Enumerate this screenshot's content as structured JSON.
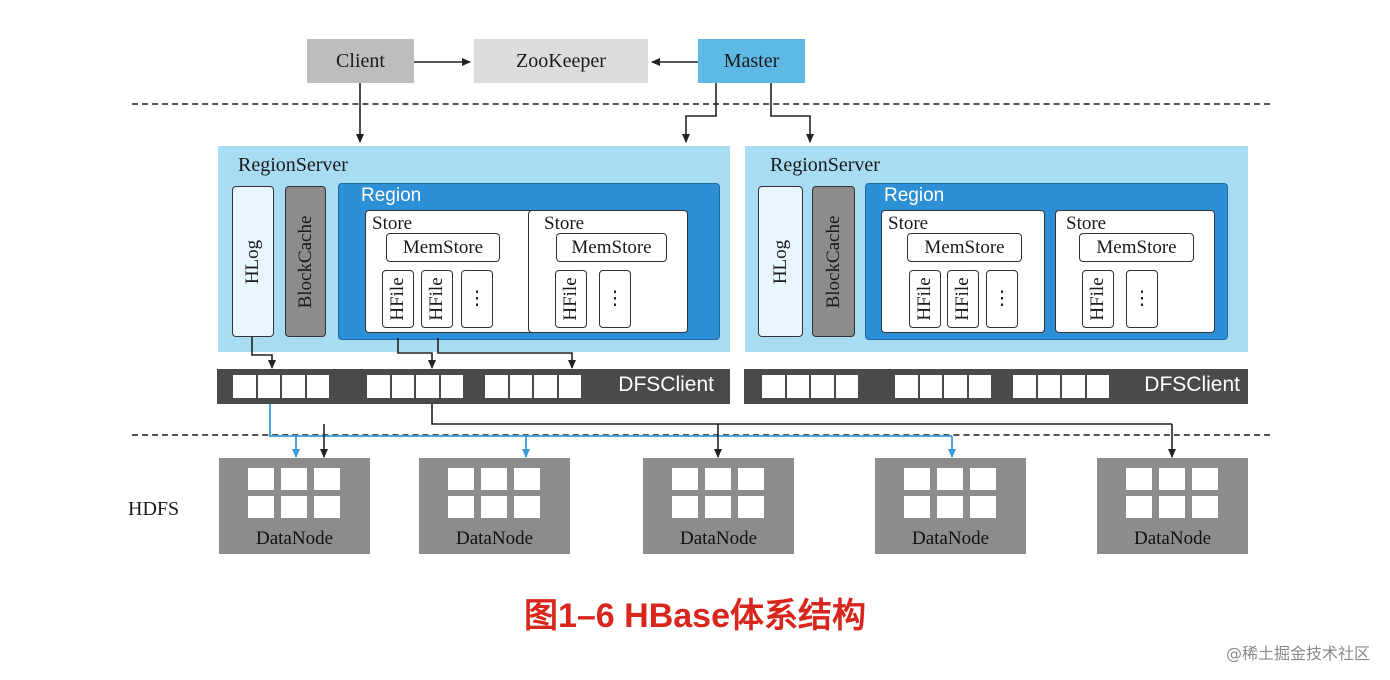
{
  "top": {
    "client": "Client",
    "zookeeper": "ZooKeeper",
    "master": "Master"
  },
  "region_servers": [
    {
      "title": "RegionServer",
      "hlog": "HLog",
      "blockcache": "BlockCache",
      "region": "Region",
      "stores": [
        {
          "title": "Store",
          "memstore": "MemStore",
          "hfiles": [
            "HFile",
            "HFile"
          ],
          "more": "⋮"
        },
        {
          "title": "Store",
          "memstore": "MemStore",
          "hfiles": [
            "HFile"
          ],
          "more": "⋮"
        }
      ],
      "dfsclient": "DFSClient"
    },
    {
      "title": "RegionServer",
      "hlog": "HLog",
      "blockcache": "BlockCache",
      "region": "Region",
      "stores": [
        {
          "title": "Store",
          "memstore": "MemStore",
          "hfiles": [
            "HFile",
            "HFile"
          ],
          "more": "⋮"
        },
        {
          "title": "Store",
          "memstore": "MemStore",
          "hfiles": [
            "HFile"
          ],
          "more": "⋮"
        }
      ],
      "dfsclient": "DFSClient"
    }
  ],
  "hdfs_label": "HDFS",
  "datanodes": [
    "DataNode",
    "DataNode",
    "DataNode",
    "DataNode",
    "DataNode"
  ],
  "caption": "图1–6 HBase体系结构",
  "watermark": "@稀土掘金技术社区",
  "colors": {
    "master": "#5eb9e5",
    "region_server": "#a7dcf3",
    "region": "#2d8fd6",
    "write_path": "#3a9ad9",
    "caption": "#d8261d"
  }
}
